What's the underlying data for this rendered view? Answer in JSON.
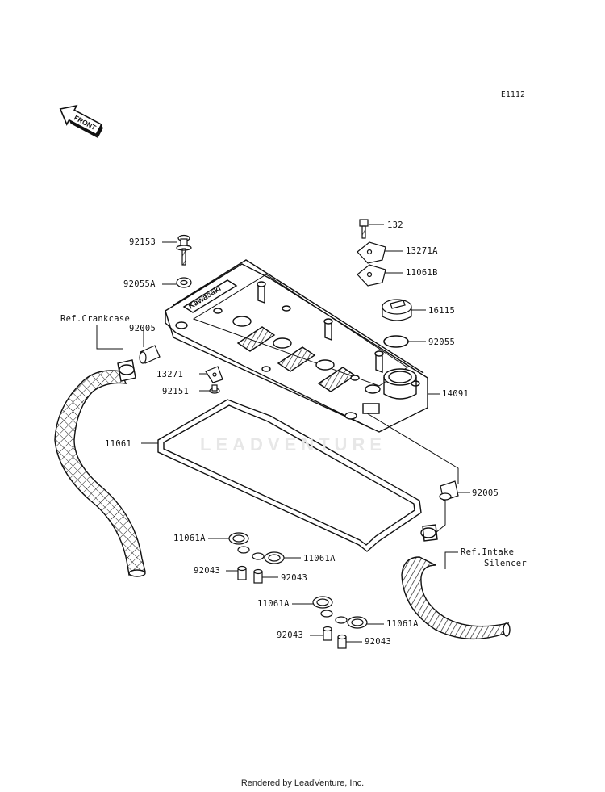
{
  "diagram_code": "E1112",
  "front_arrow_text": "FRONT",
  "brand_text": "Kawasaki",
  "watermark": "LEADVENTURE",
  "footer": "Rendered by LeadVenture, Inc.",
  "labels": {
    "p92153": "92153",
    "p92055A": "92055A",
    "refCrankcase": "Ref.Crankcase",
    "p92005_left": "92005",
    "p13271": "13271",
    "p92151": "92151",
    "p11061": "11061",
    "p132": "132",
    "p13271A": "13271A",
    "p11061B": "11061B",
    "p16115": "16115",
    "p92055": "92055",
    "p14091": "14091",
    "p92005_right": "92005",
    "refIntake1": "Ref.Intake",
    "refIntake2": "Silencer",
    "p11061A_1": "11061A",
    "p11061A_2": "11061A",
    "p92043_1": "92043",
    "p92043_2": "92043",
    "p11061A_3": "11061A",
    "p11061A_4": "11061A",
    "p92043_3": "92043",
    "p92043_4": "92043"
  }
}
